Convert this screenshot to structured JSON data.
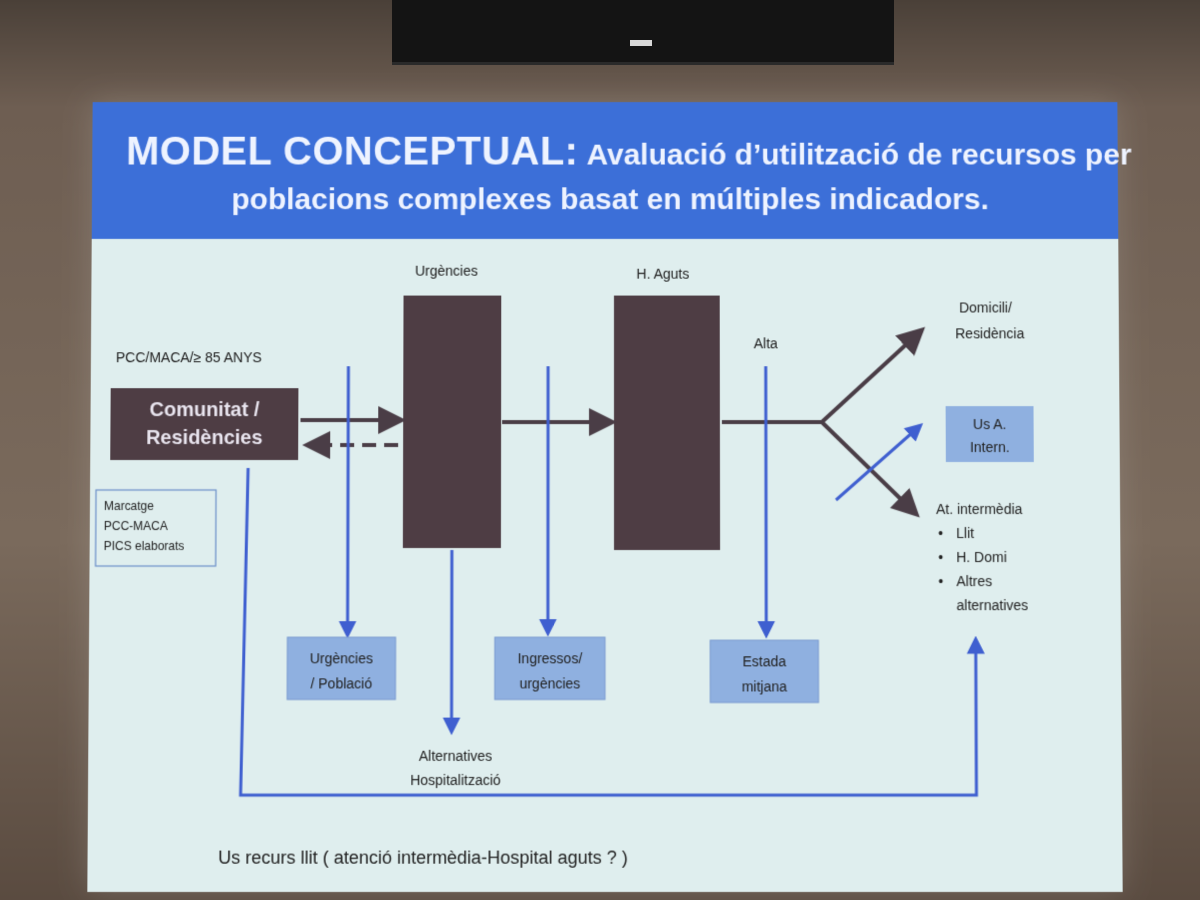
{
  "slide": {
    "title_main": "MODEL CONCEPTUAL:",
    "title_sub_line1": "Avaluació d’utilització de recursos per",
    "title_sub_line2": "poblacions complexes basat en múltiples indicadors."
  },
  "diagram": {
    "population_label": "PCC/MACA/≥ 85 ANYS",
    "community_box": [
      "Comunitat /",
      "Residències"
    ],
    "marker_box": [
      "Marcatge",
      "PCC-MACA",
      "PICS elaborats"
    ],
    "urgencies_label": "Urgències",
    "acute_label": "H. Aguts",
    "discharge_label": "Alta",
    "outcome_home": [
      "Domicili/",
      "Residència"
    ],
    "outcome_internal_box": [
      "Us A.",
      "Intern."
    ],
    "outcome_intermediate_title": "At. intermèdia",
    "outcome_intermediate_items": [
      "Llit",
      "H. Domi",
      "Altres",
      "alternatives"
    ],
    "indicator_urg_pop": [
      "Urgències",
      "/ Població"
    ],
    "indicator_admissions": [
      "Ingressos/",
      "urgències"
    ],
    "indicator_stay": [
      "Estada",
      "mitjana"
    ],
    "alternatives_label": [
      "Alternatives",
      "Hospitalització"
    ],
    "footer_text": "Us recurs llit ( atenció intermèdia-Hospital aguts ? )",
    "colors": {
      "header": "#3c6fd8",
      "slide_bg": "#dfeeee",
      "dark_box": "#4e3d44",
      "arrow_dark": "#4a3d46",
      "arrow_blue": "#3f5fd0",
      "indicator_box": "#8fb0e0"
    }
  }
}
